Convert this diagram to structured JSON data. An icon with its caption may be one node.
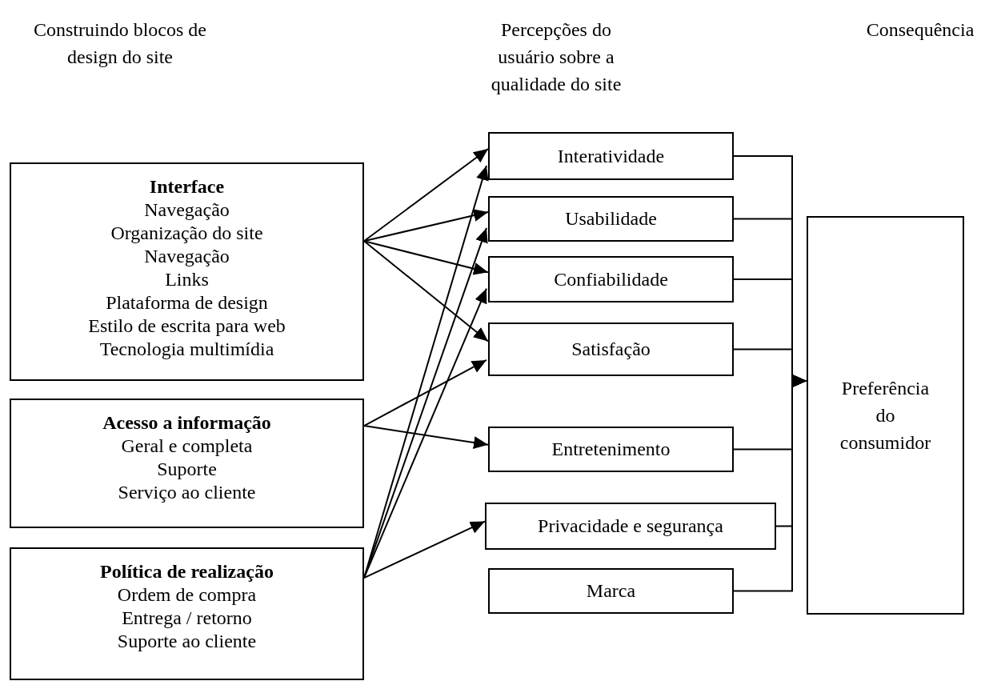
{
  "diagram": {
    "nodes": [
      {
        "text": [
          "Interface",
          "Navegação",
          "Organização do site",
          "Navegação",
          "Links",
          "Plataforma de design",
          "Estilo de escrita para web",
          "Tecnologia multimídia"
        ]
      },
      {
        "text": [
          "Acesso a informação",
          "Geral e completa",
          "Suporte",
          "Serviço ao cliente"
        ]
      },
      {
        "text": [
          "Política de realização",
          "Ordem de compra",
          "Entrega / retorno",
          "Suporte ao cliente"
        ]
      },
      {
        "text": [
          "Interatividade"
        ]
      },
      {
        "text": [
          "Usabilidade"
        ]
      },
      {
        "text": [
          "Confiabilidade"
        ]
      },
      {
        "text": [
          "Satisfação"
        ]
      },
      {
        "text": [
          "Entretenimento"
        ]
      },
      {
        "text": [
          "Privacidade e segurança"
        ]
      },
      {
        "text": [
          "Marca"
        ]
      },
      {
        "text": [
          "Preferência do consumidor"
        ]
      }
    ],
    "edges": [
      {
        "from": 0,
        "to": 3,
        "arrow": "to"
      },
      {
        "from": 0,
        "to": 4,
        "arrow": "to"
      },
      {
        "from": 0,
        "to": 5,
        "arrow": "to"
      },
      {
        "from": 0,
        "to": 6,
        "arrow": "to"
      },
      {
        "from": 1,
        "to": 6,
        "arrow": "to"
      },
      {
        "from": 1,
        "to": 7,
        "arrow": "to"
      },
      {
        "from": 2,
        "to": 3,
        "arrow": "to"
      },
      {
        "from": 2,
        "to": 4,
        "arrow": "to"
      },
      {
        "from": 2,
        "to": 5,
        "arrow": "to"
      },
      {
        "from": 2,
        "to": 8,
        "arrow": "to"
      },
      {
        "from": 3,
        "to": 10,
        "arrow": "to"
      },
      {
        "from": 4,
        "to": 10,
        "arrow": "to"
      },
      {
        "from": 5,
        "to": 10,
        "arrow": "to"
      },
      {
        "from": 6,
        "to": 10,
        "arrow": "to"
      },
      {
        "from": 7,
        "to": 10,
        "arrow": "to"
      },
      {
        "from": 8,
        "to": 10,
        "arrow": "to"
      },
      {
        "from": 9,
        "to": 10,
        "arrow": "to"
      }
    ],
    "labels": [
      "Construindo blocos de design do site",
      "Percepções do usuário sobre a qualidade do site",
      "Consequência"
    ]
  }
}
